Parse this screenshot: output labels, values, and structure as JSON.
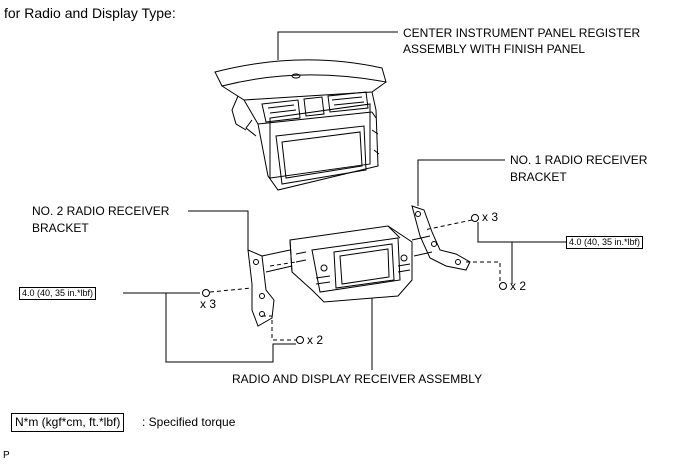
{
  "title": "for Radio and Display Type:",
  "labels": {
    "center_panel_line1": "CENTER INSTRUMENT PANEL REGISTER",
    "center_panel_line2": "ASSEMBLY WITH FINISH PANEL",
    "no1_bracket_line1": "NO. 1 RADIO RECEIVER",
    "no1_bracket_line2": "BRACKET",
    "no2_bracket_line1": "NO. 2 RADIO RECEIVER",
    "no2_bracket_line2": "BRACKET",
    "radio_assembly": "RADIO AND DISPLAY RECEIVER ASSEMBLY"
  },
  "torque": {
    "right": "4.0 (40, 35 in.*lbf)",
    "left": "4.0 (40, 35 in.*lbf)"
  },
  "quantities": {
    "right_upper": "x 3",
    "right_lower": "x 2",
    "left_upper": "x 3",
    "left_lower": "x 2"
  },
  "legend": {
    "box": "N*m (kgf*cm, ft.*lbf)",
    "desc": ": Specified torque"
  },
  "corner_mark": "P"
}
